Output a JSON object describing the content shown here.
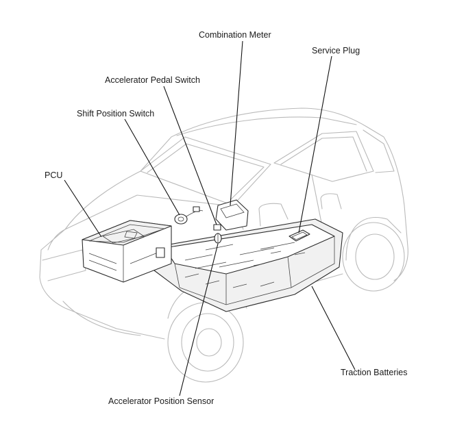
{
  "labels": {
    "combination_meter": "Combination Meter",
    "service_plug": "Service Plug",
    "accelerator_pedal_switch": "Accelerator Pedal Switch",
    "shift_position_switch": "Shift Position Switch",
    "pcu": "PCU",
    "traction_batteries": "Traction Batteries",
    "accelerator_position_sensor": "Accelerator Position Sensor"
  },
  "colors": {
    "car_outline": "#b9b9b9",
    "component_outline": "#2a2a2a",
    "leader_line": "#111111",
    "text": "#1a1a1a"
  }
}
